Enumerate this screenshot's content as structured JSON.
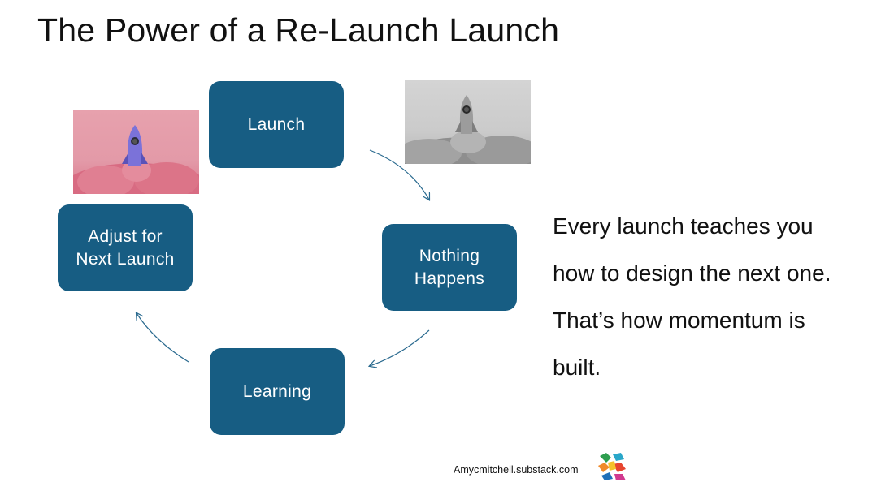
{
  "title": "The Power of a Re-Launch Launch",
  "cycle": {
    "nodes": [
      {
        "lines": [
          "Launch"
        ]
      },
      {
        "lines": [
          "Nothing",
          "Happens"
        ]
      },
      {
        "lines": [
          "Learning"
        ]
      },
      {
        "lines": [
          "Adjust for",
          "Next Launch"
        ]
      }
    ],
    "node_color": "#175d83",
    "arrow_color": "#2a6a8f"
  },
  "images": {
    "left": {
      "subject": "purple rocket on pink cloud",
      "colors": [
        "#e39aa8",
        "#7a6fd6"
      ]
    },
    "right": {
      "subject": "gray rocket on smoke cloud",
      "colors": [
        "#cbcbcb",
        "#8f8f8f"
      ]
    }
  },
  "quote": {
    "lines": [
      "Every launch teaches you",
      "how to design the next one.",
      "That’s how momentum is",
      "built."
    ]
  },
  "footer": {
    "site": "Amycmitchell.substack.com",
    "logo_icon": "colorful-hands-logo"
  }
}
